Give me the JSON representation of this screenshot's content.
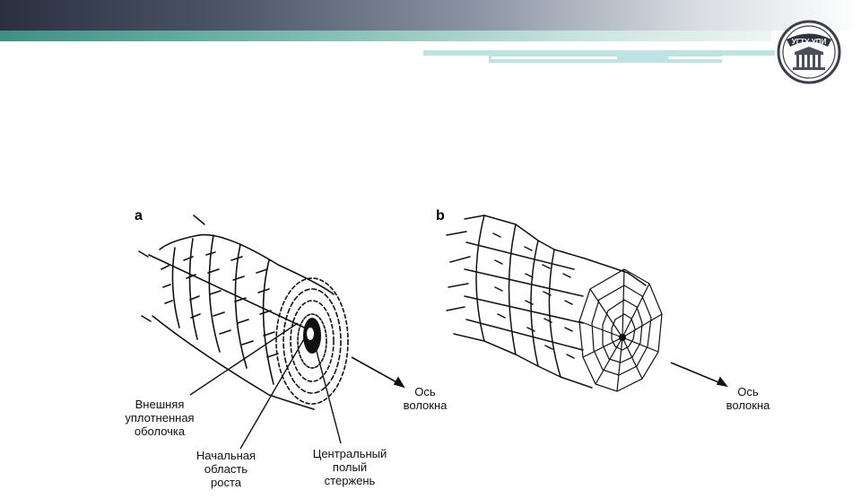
{
  "header": {
    "logo_text": "УГТУ-УПИ"
  },
  "figure": {
    "panel_a": {
      "letter": "a",
      "labels": {
        "outer_shell": [
          "Внешняя",
          "уплотненная",
          "оболочка"
        ],
        "initial_growth": [
          "Начальная",
          "область",
          "роста"
        ],
        "central_core": [
          "Центральный",
          "полый",
          "стержень"
        ],
        "fiber_axis": [
          "Ось",
          "волокна"
        ]
      }
    },
    "panel_b": {
      "letter": "b",
      "labels": {
        "fiber_axis": [
          "Ось",
          "волокна"
        ]
      }
    }
  },
  "colors": {
    "header_dark": "#2b3040",
    "header_teal": "#3f8f83",
    "accent_light": "#bfe3e3",
    "ink": "#111111"
  }
}
